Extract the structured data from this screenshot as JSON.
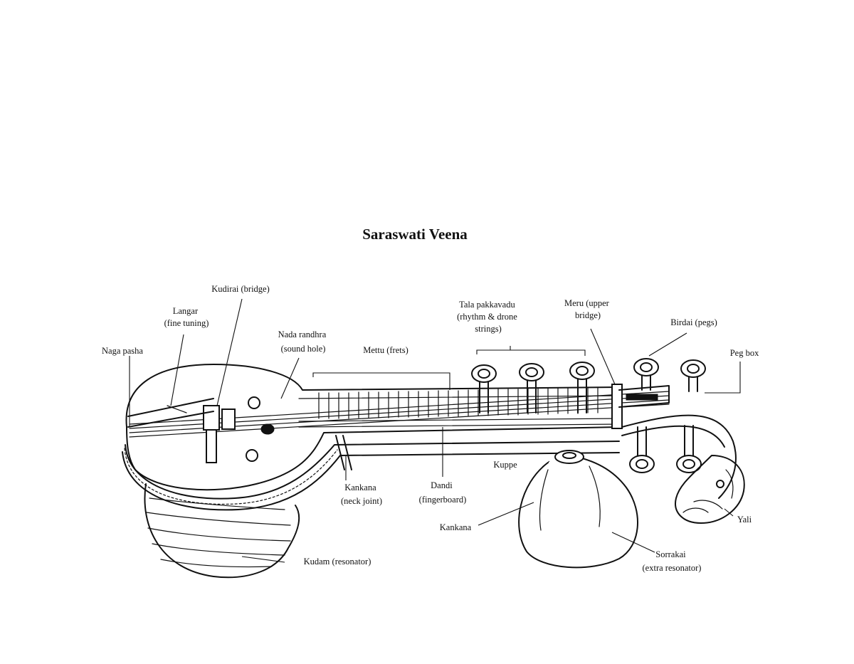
{
  "title": "Saraswati Veena",
  "labels": {
    "naga_pasha": "Naga pasha",
    "langar": [
      "Langar",
      "(fine tuning)"
    ],
    "kudirai": "Kudirai (bridge)",
    "nada_randhra": [
      "Nada randhra",
      "(sound hole)"
    ],
    "mettu": "Mettu (frets)",
    "tala_pakkavadu": [
      "Tala pakkavadu",
      "(rhythm & drone",
      "strings)"
    ],
    "meru": [
      "Meru (upper",
      "bridge)"
    ],
    "birdai": "Birdai (pegs)",
    "peg_box": "Peg box",
    "kuppe": "Kuppe",
    "kankana_neck": [
      "Kankana",
      "(neck joint)"
    ],
    "dandi": [
      "Dandi",
      "(fingerboard)"
    ],
    "kankana": "Kankana",
    "yali": "Yali",
    "kudam": "Kudam (resonator)",
    "sorrakai": [
      "Sorrakai",
      "(extra resonator)"
    ]
  },
  "colors": {
    "ink": "#111111",
    "background": "#ffffff"
  }
}
